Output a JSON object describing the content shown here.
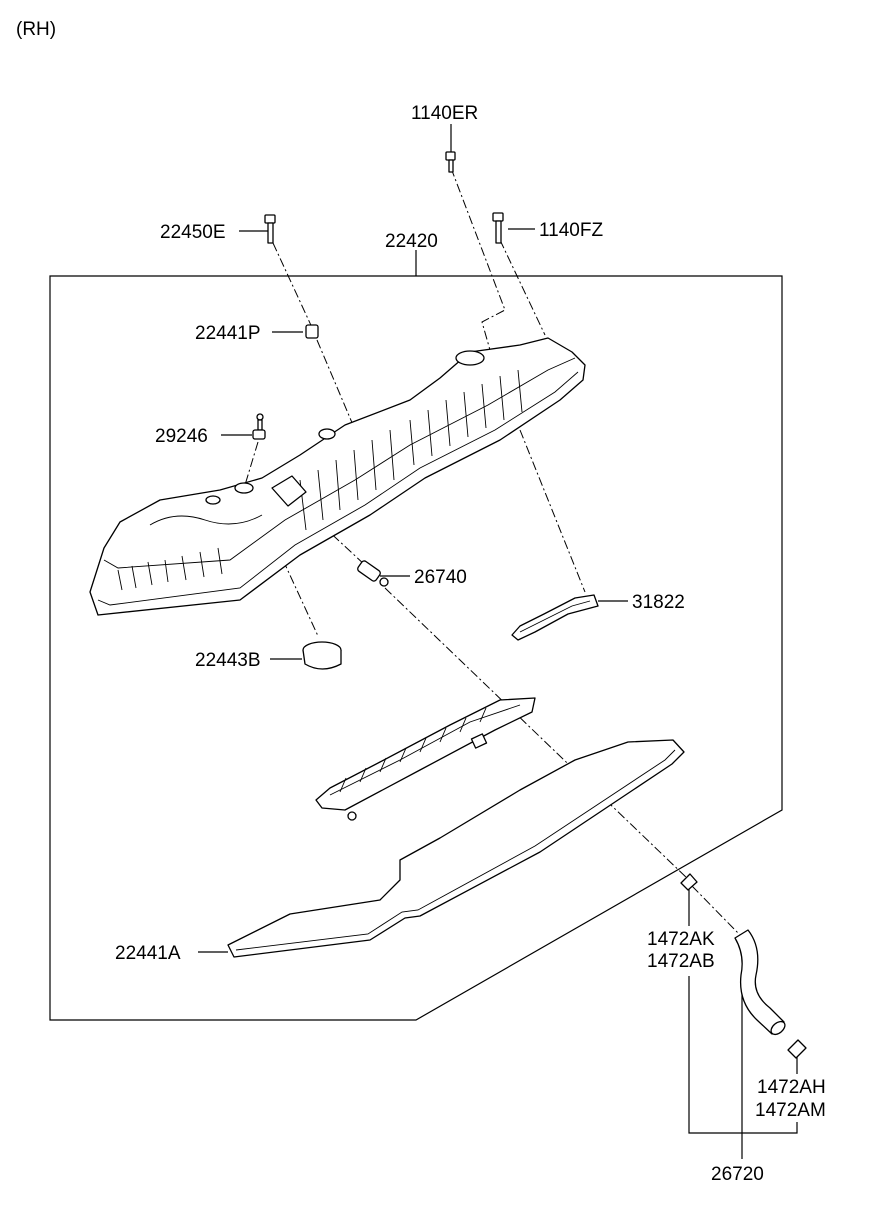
{
  "header": {
    "variant": "(RH)"
  },
  "callouts": [
    {
      "id": "1140ER",
      "text": "1140ER"
    },
    {
      "id": "22450E",
      "text": "22450E"
    },
    {
      "id": "1140FZ",
      "text": "1140FZ"
    },
    {
      "id": "22420",
      "text": "22420"
    },
    {
      "id": "22441P",
      "text": "22441P"
    },
    {
      "id": "29246",
      "text": "29246"
    },
    {
      "id": "26740",
      "text": "26740"
    },
    {
      "id": "31822",
      "text": "31822"
    },
    {
      "id": "22443B",
      "text": "22443B"
    },
    {
      "id": "1472AK",
      "text": "1472AK"
    },
    {
      "id": "1472AB",
      "text": "1472AB"
    },
    {
      "id": "22441A",
      "text": "22441A"
    },
    {
      "id": "1472AH",
      "text": "1472AH"
    },
    {
      "id": "1472AM",
      "text": "1472AM"
    },
    {
      "id": "26720",
      "text": "26720"
    }
  ]
}
